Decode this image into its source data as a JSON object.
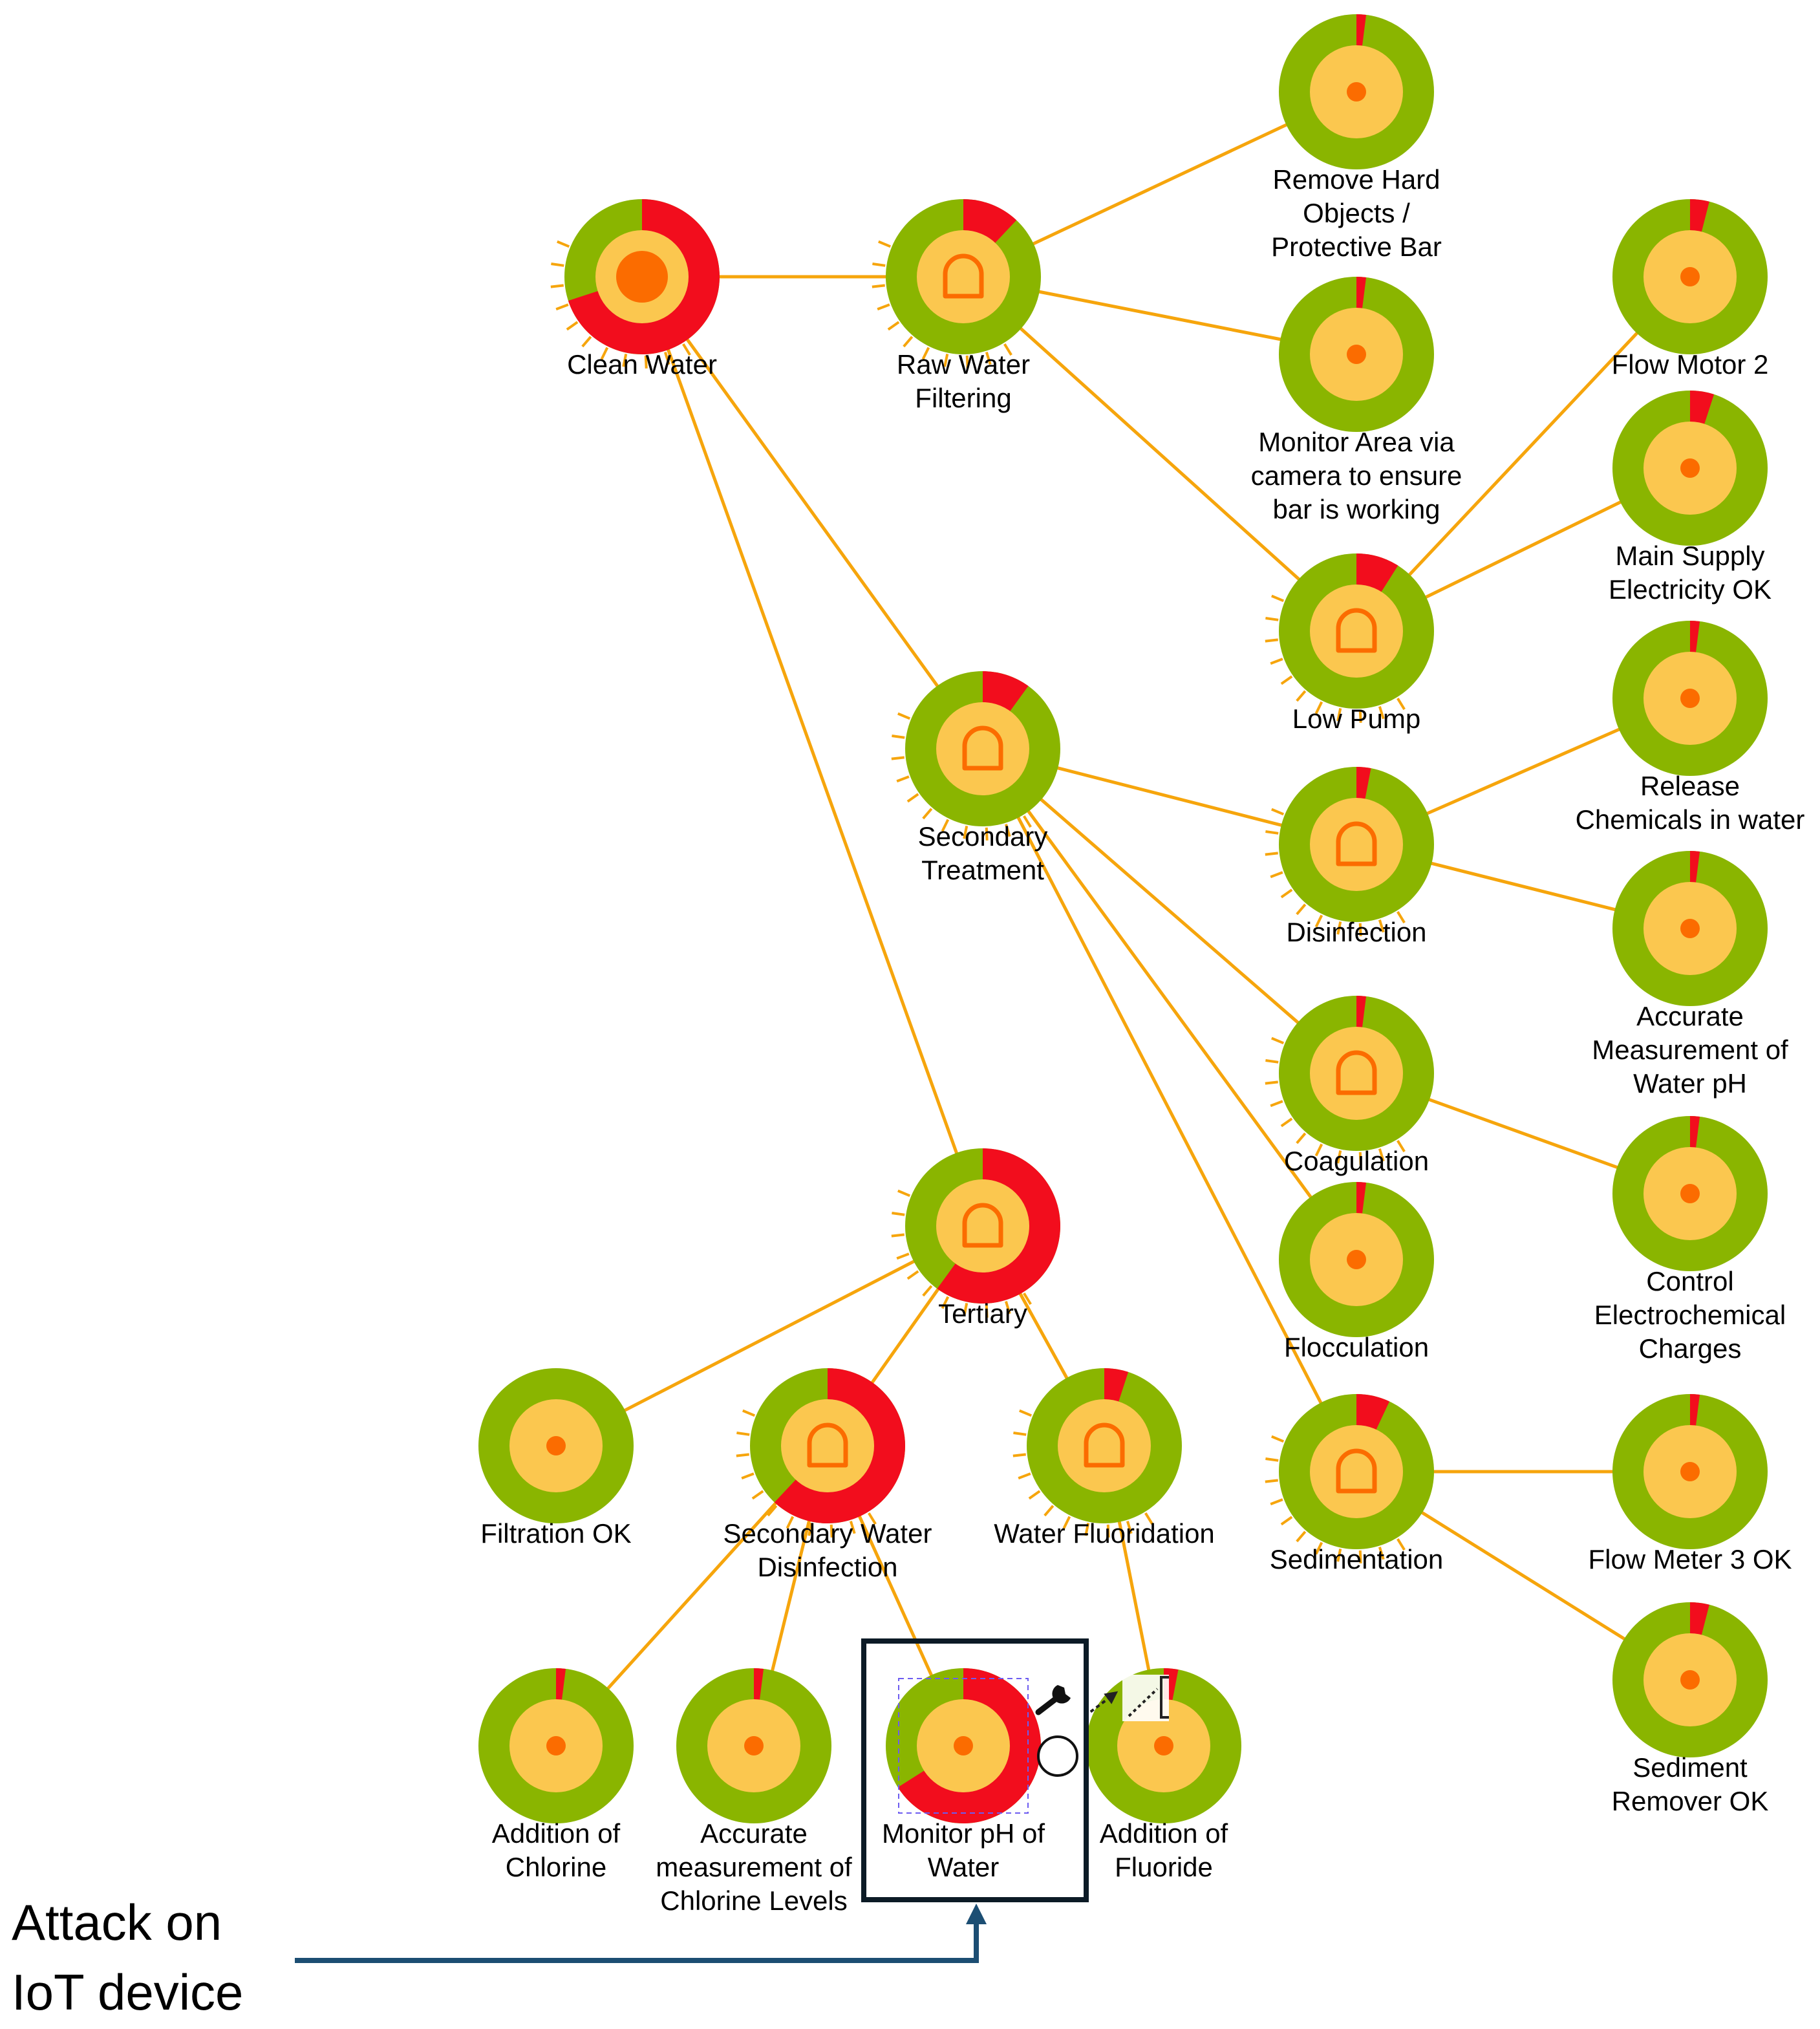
{
  "colors": {
    "ok": "#8ab500",
    "risk": "#f20d1d",
    "core": "#fbc74f",
    "accent": "#fb6c00",
    "edge": "#f6a50c",
    "highlight_box": "#0c1b26",
    "annotation_arrow": "#1c4e73"
  },
  "nodes": [
    {
      "id": "clean-water",
      "label": [
        "Clean Water"
      ],
      "risk": 0.7,
      "icon": "big-dot",
      "rays": true
    },
    {
      "id": "raw-water-filtering",
      "label": [
        "Raw Water",
        "Filtering"
      ],
      "risk": 0.12,
      "icon": "gate",
      "rays": true
    },
    {
      "id": "remove-hard-objects",
      "label": [
        "Remove Hard",
        "Objects /",
        "Protective Bar"
      ],
      "risk": 0.02,
      "icon": "dot",
      "rays": false
    },
    {
      "id": "monitor-area-camera",
      "label": [
        "Monitor Area via",
        "camera to ensure",
        "bar is working"
      ],
      "risk": 0.02,
      "icon": "dot",
      "rays": false
    },
    {
      "id": "flow-motor-2",
      "label": [
        "Flow Motor 2"
      ],
      "risk": 0.04,
      "icon": "dot",
      "rays": false
    },
    {
      "id": "main-supply-electricity",
      "label": [
        "Main Supply",
        "Electricity OK"
      ],
      "risk": 0.05,
      "icon": "dot",
      "rays": false
    },
    {
      "id": "low-pump",
      "label": [
        "Low Pump"
      ],
      "risk": 0.09,
      "icon": "gate",
      "rays": true
    },
    {
      "id": "secondary-treatment",
      "label": [
        "Secondary",
        "Treatment"
      ],
      "risk": 0.1,
      "icon": "gate",
      "rays": true
    },
    {
      "id": "release-chemicals",
      "label": [
        "Release",
        "Chemicals in water"
      ],
      "risk": 0.02,
      "icon": "dot",
      "rays": false
    },
    {
      "id": "disinfection",
      "label": [
        "Disinfection"
      ],
      "risk": 0.03,
      "icon": "gate",
      "rays": true
    },
    {
      "id": "accurate-measurement-ph",
      "label": [
        "Accurate",
        "Measurement of",
        "Water pH"
      ],
      "risk": 0.02,
      "icon": "dot",
      "rays": false
    },
    {
      "id": "coagulation",
      "label": [
        "Coagulation"
      ],
      "risk": 0.02,
      "icon": "gate",
      "rays": true
    },
    {
      "id": "control-electrochemical",
      "label": [
        "Control",
        "Electrochemical",
        "Charges"
      ],
      "risk": 0.02,
      "icon": "dot",
      "rays": false
    },
    {
      "id": "flocculation",
      "label": [
        "Flocculation"
      ],
      "risk": 0.02,
      "icon": "dot",
      "rays": false
    },
    {
      "id": "tertiary",
      "label": [
        "Tertiary"
      ],
      "risk": 0.6,
      "icon": "gate",
      "rays": true
    },
    {
      "id": "sedimentation",
      "label": [
        "Sedimentation"
      ],
      "risk": 0.07,
      "icon": "gate",
      "rays": true
    },
    {
      "id": "flow-meter-3",
      "label": [
        "Flow Meter 3 OK"
      ],
      "risk": 0.02,
      "icon": "dot",
      "rays": false
    },
    {
      "id": "sediment-remover",
      "label": [
        "Sediment",
        "Remover OK"
      ],
      "risk": 0.04,
      "icon": "dot",
      "rays": false
    },
    {
      "id": "filtration-ok",
      "label": [
        "Filtration OK"
      ],
      "risk": 0.0,
      "icon": "dot",
      "rays": false
    },
    {
      "id": "secondary-water-disinfection",
      "label": [
        "Secondary Water",
        "Disinfection"
      ],
      "risk": 0.62,
      "icon": "gate",
      "rays": true
    },
    {
      "id": "water-fluoridation",
      "label": [
        "Water Fluoridation"
      ],
      "risk": 0.05,
      "icon": "gate",
      "rays": true
    },
    {
      "id": "addition-of-chlorine",
      "label": [
        "Addition of",
        "Chlorine"
      ],
      "risk": 0.02,
      "icon": "dot",
      "rays": false
    },
    {
      "id": "accurate-measurement-chlorine",
      "label": [
        "Accurate",
        "measurement of",
        "Chlorine Levels"
      ],
      "risk": 0.02,
      "icon": "dot",
      "rays": false
    },
    {
      "id": "monitor-ph-of-water",
      "label": [
        "Monitor pH of",
        "Water"
      ],
      "risk": 0.66,
      "icon": "dot",
      "rays": false
    },
    {
      "id": "addition-of-fluoride",
      "label": [
        "Addition of",
        "Fluoride"
      ],
      "risk": 0.03,
      "icon": "dot",
      "rays": false
    }
  ],
  "edges": [
    [
      "raw-water-filtering",
      "clean-water"
    ],
    [
      "secondary-treatment",
      "clean-water"
    ],
    [
      "tertiary",
      "clean-water"
    ],
    [
      "remove-hard-objects",
      "raw-water-filtering"
    ],
    [
      "monitor-area-camera",
      "raw-water-filtering"
    ],
    [
      "low-pump",
      "raw-water-filtering"
    ],
    [
      "flow-motor-2",
      "low-pump"
    ],
    [
      "main-supply-electricity",
      "low-pump"
    ],
    [
      "disinfection",
      "secondary-treatment"
    ],
    [
      "coagulation",
      "secondary-treatment"
    ],
    [
      "flocculation",
      "secondary-treatment"
    ],
    [
      "sedimentation",
      "secondary-treatment"
    ],
    [
      "release-chemicals",
      "disinfection"
    ],
    [
      "accurate-measurement-ph",
      "disinfection"
    ],
    [
      "control-electrochemical",
      "coagulation"
    ],
    [
      "flow-meter-3",
      "sedimentation"
    ],
    [
      "sediment-remover",
      "sedimentation"
    ],
    [
      "filtration-ok",
      "tertiary"
    ],
    [
      "secondary-water-disinfection",
      "tertiary"
    ],
    [
      "water-fluoridation",
      "tertiary"
    ],
    [
      "addition-of-chlorine",
      "secondary-water-disinfection"
    ],
    [
      "accurate-measurement-chlorine",
      "secondary-water-disinfection"
    ],
    [
      "monitor-ph-of-water",
      "secondary-water-disinfection"
    ],
    [
      "addition-of-fluoride",
      "water-fluoridation"
    ]
  ],
  "selection": {
    "target": "monitor-ph-of-water",
    "tool_icons": [
      "wrench-icon",
      "link-arrow-icon",
      "circle-icon"
    ]
  },
  "annotation": {
    "lines": [
      "Attack on",
      "IoT device"
    ],
    "target": "monitor-ph-of-water"
  }
}
